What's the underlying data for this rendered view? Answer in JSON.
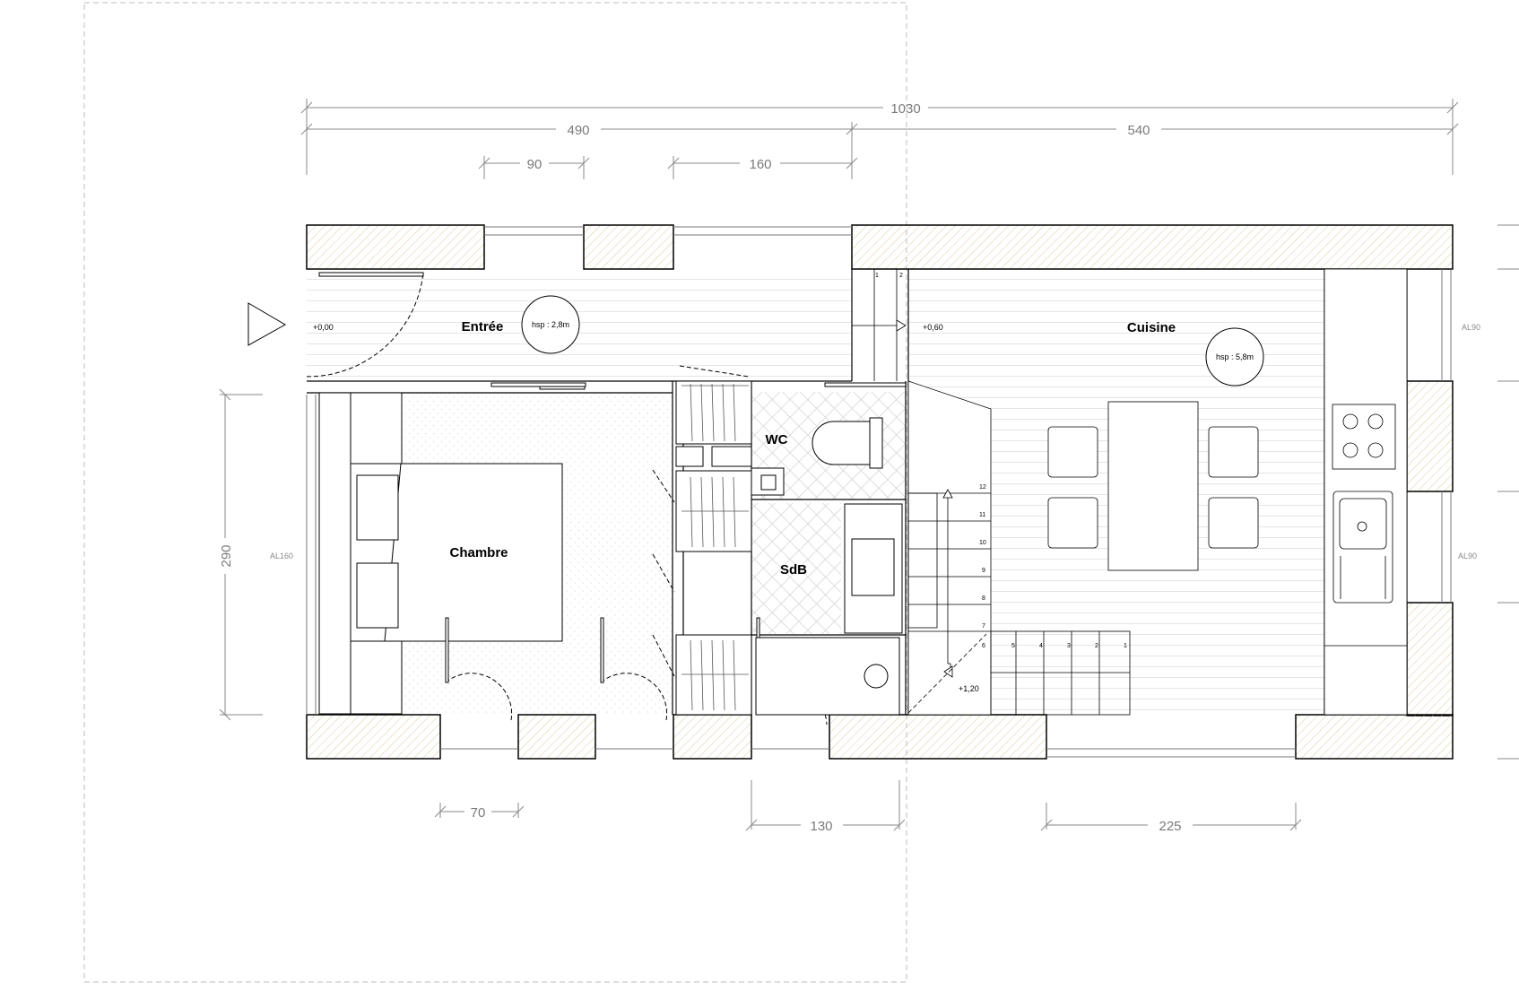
{
  "dimensions": {
    "total_width": "1030",
    "left_width": "490",
    "right_width": "540",
    "window_1": "90",
    "window_2": "160",
    "height": "290",
    "bottom_door": "70",
    "bottom_sdb": "130",
    "bottom_window": "225"
  },
  "rooms": {
    "entree": "Entrée",
    "chambre": "Chambre",
    "wc": "WC",
    "sdb": "SdB",
    "cuisine": "Cuisine"
  },
  "ceiling_heights": {
    "entree": "hsp : 2,8m",
    "cuisine": "hsp : 5,8m"
  },
  "levels": {
    "entree": "+0,00",
    "cuisine": "+0,60",
    "mezzanine": "+1,20"
  },
  "window_tags": {
    "chambre": "AL160",
    "cuisine_top": "AL90",
    "cuisine_bottom": "AL90"
  },
  "stair_steps": {
    "vertical": [
      "12",
      "11",
      "10",
      "9",
      "8",
      "7",
      "6"
    ],
    "horizontal": [
      "5",
      "4",
      "3",
      "2",
      "1"
    ],
    "landing": [
      "1",
      "2"
    ]
  },
  "colors": {
    "wall_hatch": "#d9cba4",
    "line": "#000000",
    "dimension": "#8a8a8a",
    "floor_lines": "#d4d4d4"
  }
}
